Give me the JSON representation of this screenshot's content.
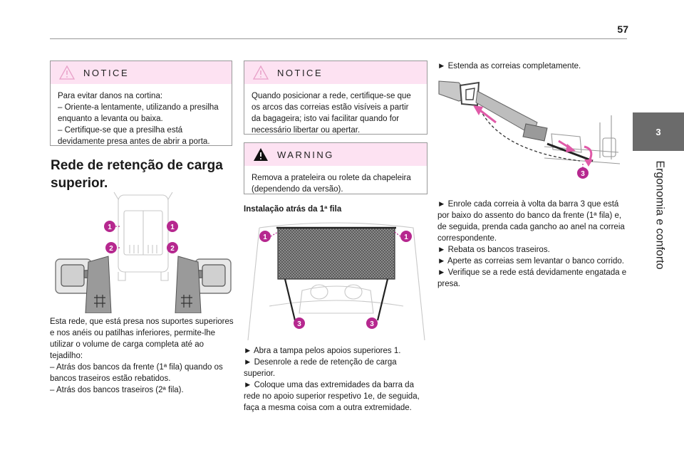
{
  "page": {
    "number": "57"
  },
  "side_tab": {
    "chapter_number": "3",
    "chapter_title": "Ergonomia e conforto"
  },
  "notice1": {
    "label": "NOTICE",
    "text": "Para evitar danos na cortina:\n– Oriente-a lentamente, utilizando a presilha enquanto a levanta ou baixa.\n– Certifique-se que a presilha está devidamente presa antes de abrir a porta."
  },
  "section": {
    "title": "Rede de retenção de carga superior."
  },
  "illustration1": {
    "markers": [
      "1",
      "1",
      "2",
      "2"
    ]
  },
  "paragraph1": "Esta rede, que está presa nos suportes superiores e nos anéis ou patilhas inferiores, permite-lhe utilizar o volume de carga completa até ao tejadilho:\n– Atrás dos bancos da frente (1ª fila) quando os bancos traseiros estão rebatidos.\n– Atrás dos bancos traseiros (2ª fila).",
  "notice2": {
    "label": "NOTICE",
    "text": "Quando posicionar a rede, certifique-se que os arcos das correias estão visíveis a partir da bagageira; isto vai facilitar quando for necessário libertar ou apertar."
  },
  "warning": {
    "label": "WARNING",
    "text": "Remova a prateleira ou rolete da chapeleira (dependendo da versão)."
  },
  "subsection": {
    "title": "Instalação atrás da 1ª fila"
  },
  "illustration2": {
    "markers": [
      "1",
      "1",
      "3",
      "3"
    ]
  },
  "paragraph2": "► Abra a tampa pelos apoios superiores 1.\n► Desenrole a rede de retenção de carga superior.\n► Coloque uma das extremidades da barra da rede no apoio superior respetivo 1e, de seguida, faça a mesma coisa com a outra extremidade.",
  "paragraph3": "► Estenda as correias completamente.",
  "illustration3": {
    "markers": [
      "3"
    ]
  },
  "paragraph4": "► Enrole cada correia à volta da barra 3 que está por baixo do assento do banco da frente (1ª fila) e, de seguida, prenda cada gancho ao anel na correia correspondente.\n► Rebata os bancos traseiros.\n► Aperte as correias sem levantar o banco corrido.\n► Verifique se a rede está devidamente engatada e presa.",
  "colors": {
    "notice_header": "#fde2f2",
    "marker": "#b6288f",
    "tab": "#6b6b6b",
    "arrow": "#e05aa8"
  }
}
